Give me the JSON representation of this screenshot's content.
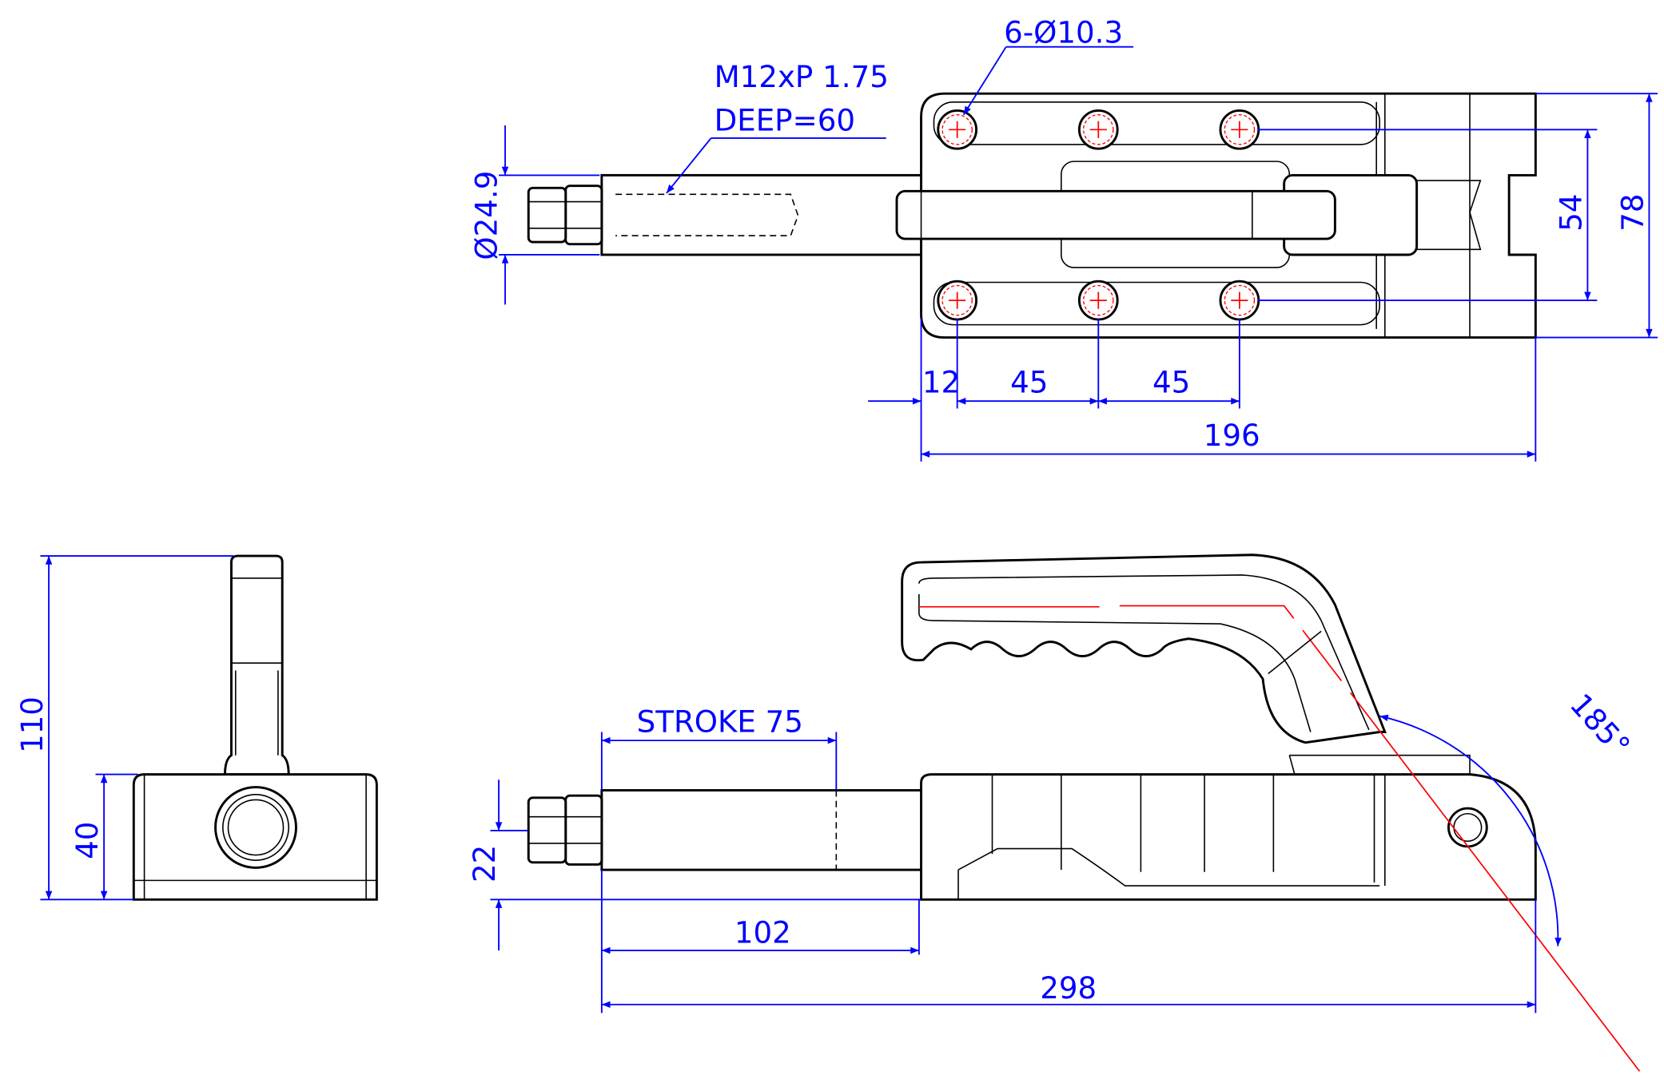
{
  "drawing": {
    "top_view": {
      "hole_callout": "6-Ø10.3",
      "thread_callout": "M12xP 1.75",
      "depth_callout": "DEEP=60",
      "rod_diameter": "Ø24.9",
      "hole_spacing_vertical": "54",
      "overall_width": "78",
      "edge_offset": "12",
      "hole_pitch_1": "45",
      "hole_pitch_2": "45",
      "base_length": "196"
    },
    "end_view": {
      "overall_height": "110",
      "base_height": "40"
    },
    "side_view": {
      "stroke": "STROKE 75",
      "handle_angle": "185°",
      "rod_height": "22",
      "rod_extension": "102",
      "overall_length": "298"
    },
    "colors": {
      "dimension": "#0000ff",
      "centerline": "#ff0000",
      "outline": "#000000"
    }
  }
}
